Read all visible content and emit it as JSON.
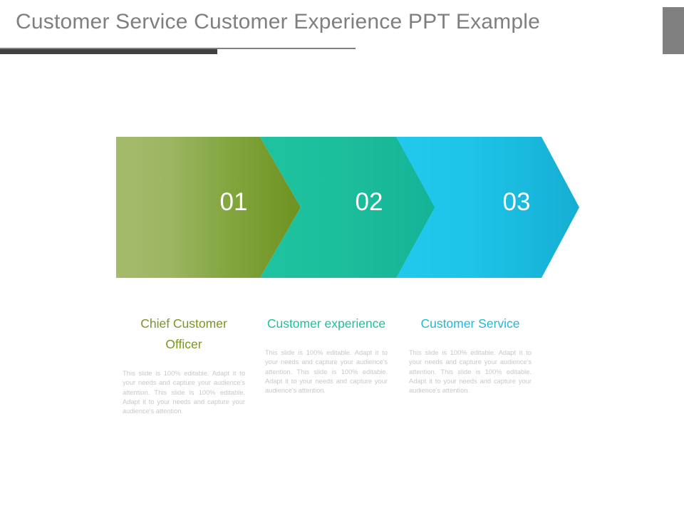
{
  "slide": {
    "title": "Customer Service Customer Experience PPT Example",
    "accent_colors": {
      "title_text": "#7f7f7f",
      "rule_thin": "#808080",
      "rule_thick": "#3f3f3f",
      "corner_block": "#808080",
      "segment_1_light": "#a4bb6c",
      "segment_1_dark": "#6d9220",
      "segment_2_light": "#1fc3a0",
      "segment_2_dark": "#14b396",
      "segment_3_light": "#23c9ec",
      "segment_3_dark": "#16aed2",
      "heading_1": "#7a9520",
      "heading_2": "#1fbf9d",
      "heading_3": "#23b6d6",
      "body_text": "#c8c8c8",
      "number_text": "#ffffff"
    }
  },
  "steps": [
    {
      "number": "01",
      "heading": "Chief Customer Officer",
      "body": "This slide is 100% editable. Adapt it to your needs and capture your audience's attention. This slide is 100% editable. Adapt it to your needs and capture your audience's attention."
    },
    {
      "number": "02",
      "heading": "Customer experience",
      "body": "This slide is 100% editable. Adapt it to your needs and capture your audience's attention. This slide is 100% editable. Adapt it to your needs and capture your audience's attention."
    },
    {
      "number": "03",
      "heading": "Customer Service",
      "body": "This slide is 100% editable. Adapt it to your needs and capture your audience's attention. This slide is 100% editable. Adapt it to your needs and capture your audience's attention."
    }
  ]
}
